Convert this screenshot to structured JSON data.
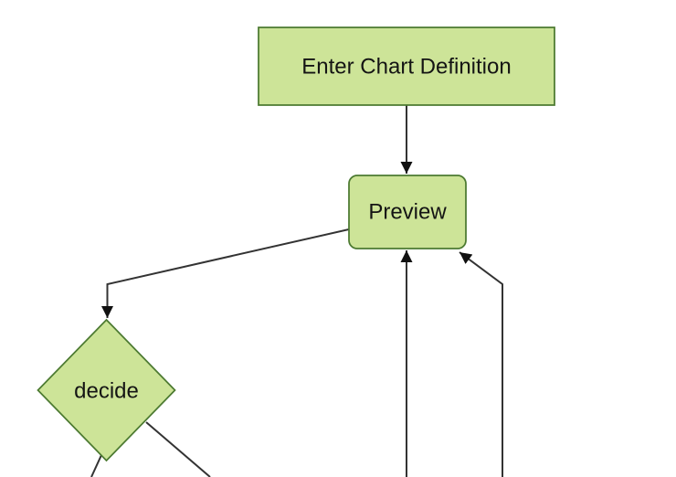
{
  "diagram": {
    "type": "flowchart",
    "background_color": "#ffffff",
    "colors": {
      "node_fill": "#cde498",
      "node_border": "#4c7a31",
      "edge_line": "#333333",
      "arrowhead": "#111111",
      "label_text": "#141414"
    },
    "nodes": [
      {
        "id": "enter-chart-definition",
        "shape": "rectangle",
        "label": "Enter Chart Definition"
      },
      {
        "id": "preview",
        "shape": "rounded-rectangle",
        "label": "Preview"
      },
      {
        "id": "decide",
        "shape": "diamond",
        "label": "decide"
      }
    ],
    "edges": [
      {
        "from": "enter-chart-definition",
        "to": "preview",
        "arrowhead": true
      },
      {
        "from": "preview",
        "to": "decide",
        "arrowhead": true
      },
      {
        "from": "decide",
        "to": "offscreen-bottom-left",
        "arrowhead": false
      },
      {
        "from": "decide",
        "to": "offscreen-bottom-right",
        "arrowhead": false
      },
      {
        "from": "offscreen-bottom-center",
        "to": "preview",
        "arrowhead": true
      },
      {
        "from": "offscreen-bottom-right",
        "to": "preview",
        "arrowhead": true
      }
    ]
  }
}
